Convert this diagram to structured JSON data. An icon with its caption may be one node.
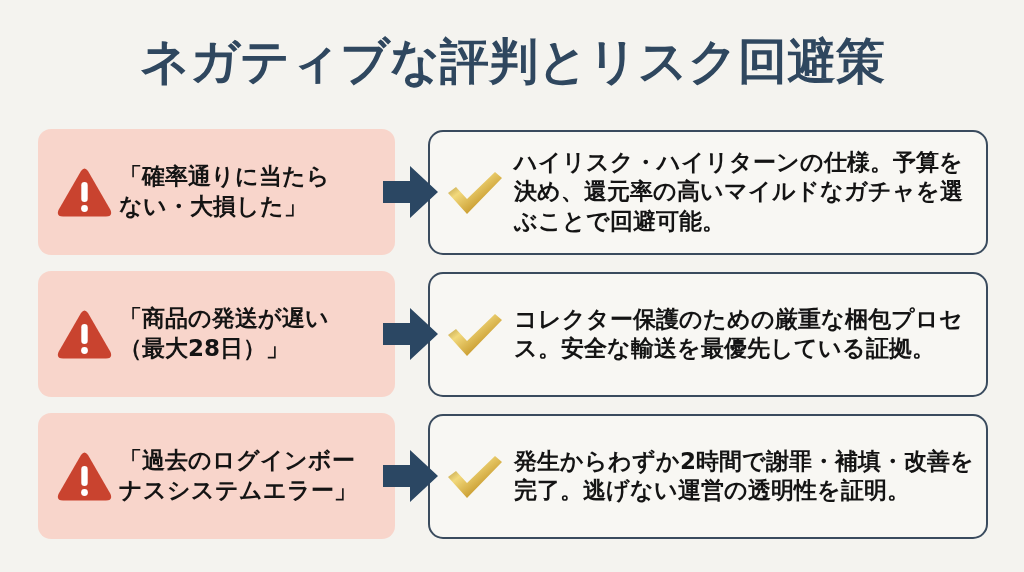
{
  "diagram": {
    "title": "ネガティブな評判とリスク回避策",
    "nodes": [
      {
        "text": [
          "「確率通りに当たらない・大損した」"
        ]
      },
      {
        "text": [
          "ハイリスク・ハイリターンの仕様。予算を決め、還元率の高いマイルドなガチャを選ぶことで回避可能。"
        ]
      },
      {
        "text": [
          "「商品の発送が遅い（最大28日）」"
        ]
      },
      {
        "text": [
          "コレクター保護のための厳重な梱包プロセス。安全な輸送を最優先している証拠。"
        ]
      },
      {
        "text": [
          "「過去のログインボーナスシステムエラー」"
        ]
      },
      {
        "text": [
          "発生からわずか2時間で謝罪・補填・改善を完了。逃げない運営の透明性を証明。"
        ]
      }
    ],
    "edges": [
      {
        "from": 0,
        "to": 1,
        "arrow": "to"
      },
      {
        "from": 2,
        "to": 3,
        "arrow": "to"
      },
      {
        "from": 4,
        "to": 5,
        "arrow": "to"
      }
    ]
  }
}
